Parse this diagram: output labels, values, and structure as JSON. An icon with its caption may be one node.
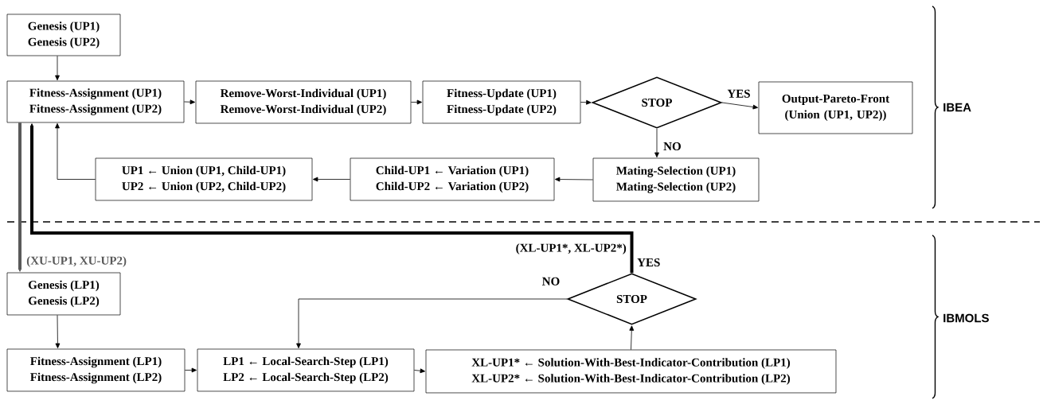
{
  "diagram": {
    "nodes": [
      {
        "text": [
          "Genesis (UP1)",
          "Genesis (UP2)"
        ]
      },
      {
        "text": [
          "Fitness-Assignment (UP1)",
          "Fitness-Assignment (UP2)"
        ]
      },
      {
        "text": [
          "Remove-Worst-Individual (UP1)",
          "Remove-Worst-Individual (UP2)"
        ]
      },
      {
        "text": [
          "Fitness-Update (UP1)",
          "Fitness-Update (UP2)"
        ]
      },
      {
        "text": [
          "STOP"
        ]
      },
      {
        "text": [
          "Output-Pareto-Front (Union (UP1, UP2))"
        ]
      },
      {
        "text": [
          "Mating-Selection (UP1)",
          "Mating-Selection (UP2)"
        ]
      },
      {
        "text": [
          "Child-UP1 ← Variation (UP1)",
          "Child-UP2 ← Variation (UP2)"
        ]
      },
      {
        "text": [
          "UP1 ← Union (UP1, Child-UP1)",
          "UP2 ← Union (UP2, Child-UP2)"
        ]
      },
      {
        "text": [
          "Genesis (LP1)",
          "Genesis (LP2)"
        ]
      },
      {
        "text": [
          "Fitness-Assignment (LP1)",
          "Fitness-Assignment (LP2)"
        ]
      },
      {
        "text": [
          "LP1 ← Local-Search-Step (LP1)",
          "LP2 ← Local-Search-Step (LP2)"
        ]
      },
      {
        "text": [
          "XL-UP1* ← Solution-With-Best-Indicator-Contribution (LP1)",
          "XL-UP2* ← Solution-With-Best-Indicator-Contribution (LP2)"
        ]
      },
      {
        "text": [
          "STOP"
        ]
      }
    ],
    "edges": [
      {
        "from": 0,
        "to": 1,
        "arrow": "to"
      },
      {
        "from": 1,
        "to": 2,
        "arrow": "to"
      },
      {
        "from": 2,
        "to": 3,
        "arrow": "to"
      },
      {
        "from": 3,
        "to": 4,
        "arrow": "to"
      },
      {
        "from": 4,
        "to": 5,
        "arrow": "to",
        "label": "YES"
      },
      {
        "from": 4,
        "to": 6,
        "arrow": "to",
        "label": "NO"
      },
      {
        "from": 6,
        "to": 7,
        "arrow": "to"
      },
      {
        "from": 7,
        "to": 8,
        "arrow": "to"
      },
      {
        "from": 8,
        "to": 1,
        "arrow": "to"
      },
      {
        "from": 1,
        "to": 9,
        "arrow": "to",
        "label": "(XU-UP1, XU-UP2)",
        "style": "thick",
        "color": "#595959"
      },
      {
        "from": 9,
        "to": 10,
        "arrow": "to"
      },
      {
        "from": 10,
        "to": 11,
        "arrow": "to"
      },
      {
        "from": 11,
        "to": 12,
        "arrow": "to"
      },
      {
        "from": 12,
        "to": 13,
        "arrow": "to"
      },
      {
        "from": 13,
        "to": 11,
        "arrow": "to",
        "label": "NO"
      },
      {
        "from": 13,
        "to": 1,
        "arrow": "to",
        "label": "YES",
        "style": "thick"
      }
    ],
    "labels": [
      "IBEA",
      "(XL-UP1*, XL-UP2*)",
      "IBMOLS"
    ]
  }
}
